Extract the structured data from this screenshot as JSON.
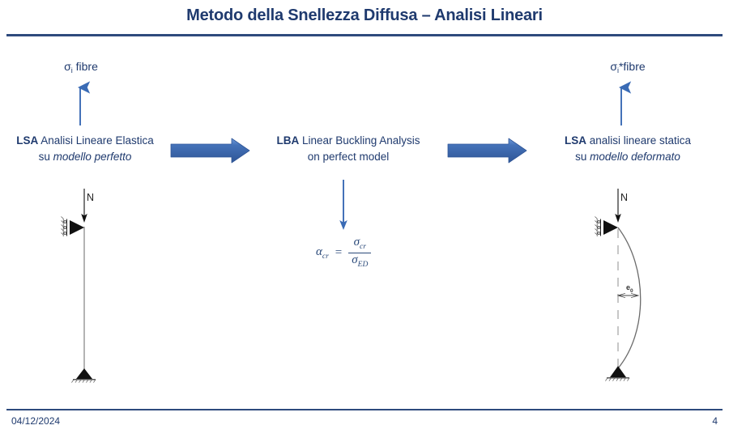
{
  "slide": {
    "title": "Metodo della Snellezza Diffusa – Analisi Lineari",
    "accent_color": "#1f3a6e",
    "rule_color": "#2e4a7d",
    "arrow_color": "#3a6bb5",
    "background": "#ffffff"
  },
  "footer": {
    "date": "04/12/2024",
    "page_number": "4"
  },
  "steps": [
    {
      "id": "lsa-perfect",
      "code": "LSA",
      "line1_rest": " Analisi Lineare  Elastica",
      "line2_prefix": "su ",
      "line2_italic": "modello perfetto",
      "output_label_prefix": "σ",
      "output_label_sub": "i",
      "output_label_rest": " fibre",
      "load_label": "N",
      "model": "straight-column"
    },
    {
      "id": "lba-perfect",
      "code": "LBA",
      "line1_rest": " Linear Buckling Analysis",
      "line2_prefix": "on perfect  model",
      "line2_italic": "",
      "formula": {
        "lhs_base": "α",
        "lhs_sub": "cr",
        "equals": "=",
        "num_base": "σ",
        "num_sub": "cr",
        "den_base": "σ",
        "den_sub": "ED"
      },
      "model": "none"
    },
    {
      "id": "lsa-deformed",
      "code": "LSA",
      "line1_rest": " analisi lineare statica",
      "line2_prefix": "su ",
      "line2_italic": "modello deformato",
      "output_label_prefix": "σ",
      "output_label_sub": "i",
      "output_label_rest": "*fibre",
      "load_label": "N",
      "imperfection_label_base": "e",
      "imperfection_label_sub": "0",
      "model": "deformed-column"
    }
  ],
  "connectors": [
    {
      "id": "arrow-lsa-to-lba",
      "label": ""
    },
    {
      "id": "arrow-lba-to-lsa2",
      "label": ""
    }
  ]
}
